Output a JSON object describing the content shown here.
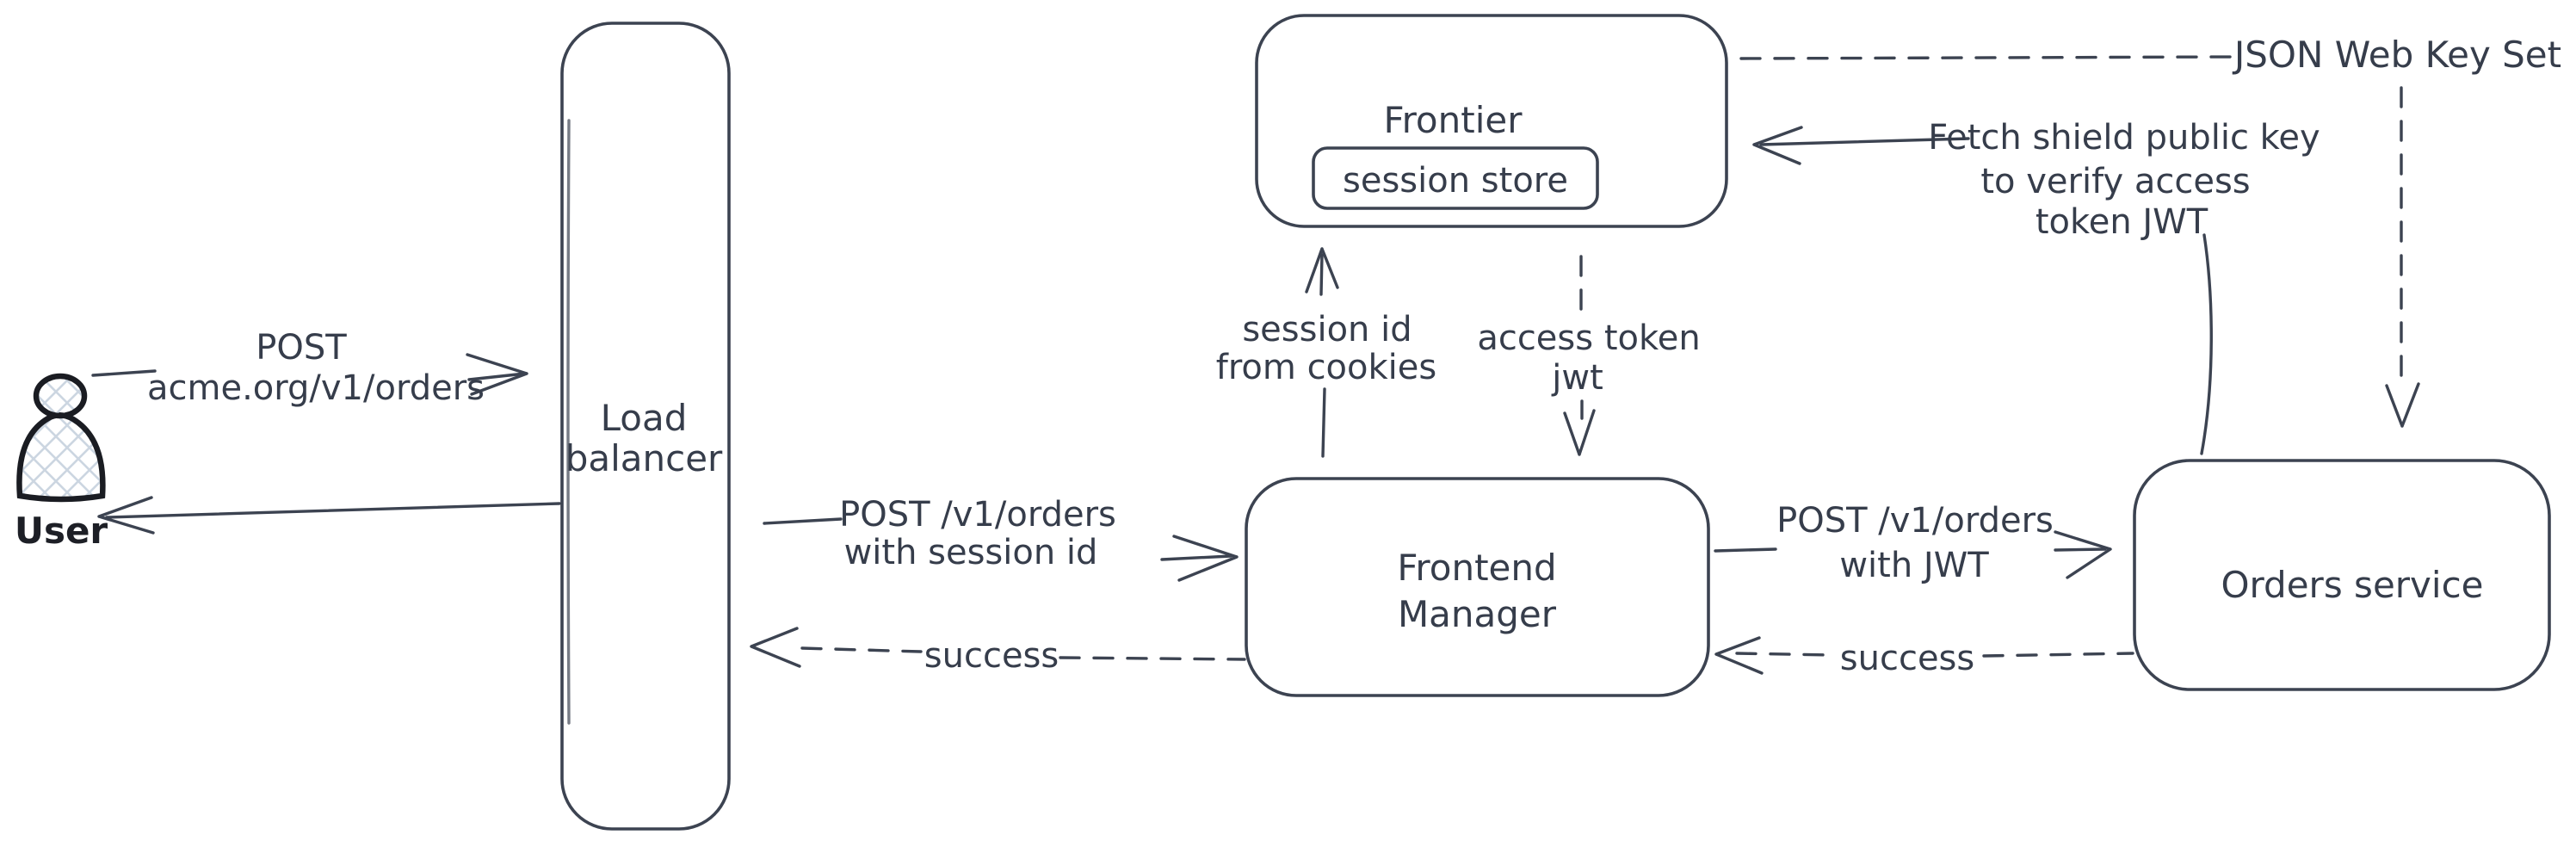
{
  "diagram": {
    "title": "session and jwt auth flow",
    "colors": {
      "ink": "#3c4351",
      "text_ink": "#363d4b",
      "figure_ink": "#1a1c22",
      "hatch": "#ccd6e1",
      "background": "#ffffff"
    },
    "nodes": {
      "user": {
        "label": "User"
      },
      "load_balancer": {
        "label1": "Load",
        "label2": "balancer"
      },
      "frontier": {
        "label": "Frontier"
      },
      "session_store": {
        "label": "session store"
      },
      "frontend_manager": {
        "label1": "Frontend",
        "label2": "Manager"
      },
      "orders_service": {
        "label": "Orders service"
      },
      "jwks": {
        "label": "JSON Web Key Set"
      }
    },
    "edges": {
      "user_to_lb": {
        "style": "solid",
        "label1": "POST",
        "label2": "acme.org/v1/orders"
      },
      "lb_to_user": {
        "style": "solid"
      },
      "lb_to_fm": {
        "style": "solid",
        "label1": "POST /v1/orders",
        "label2": "with session id"
      },
      "fm_to_lb": {
        "style": "dashed",
        "label": "success"
      },
      "fm_to_frontier": {
        "style": "solid",
        "label1": "session id",
        "label2": "from cookies"
      },
      "frontier_to_fm": {
        "style": "dashed",
        "label1": "access token",
        "label2": "jwt"
      },
      "fm_to_orders": {
        "style": "solid",
        "label1": "POST /v1/orders",
        "label2": "with JWT"
      },
      "orders_to_fm": {
        "style": "dashed",
        "label": "success"
      },
      "orders_to_frontier": {
        "style": "solid",
        "label1": "Fetch shield public key",
        "label2": "to verify access",
        "label3": "token JWT"
      },
      "frontier_to_jwks": {
        "style": "dashed"
      },
      "jwks_to_orders": {
        "style": "dashed"
      }
    }
  }
}
